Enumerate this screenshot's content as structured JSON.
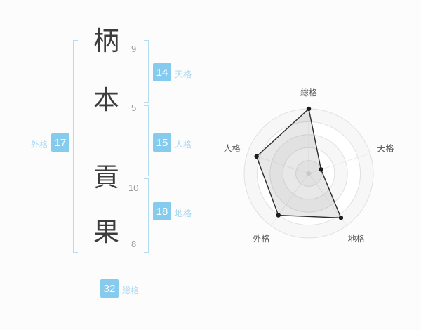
{
  "colors": {
    "badge_bg": "#85cbee",
    "label_blue": "#a6d7f1",
    "bracket_blue": "#b2dcf2",
    "background": "#fcfcfc"
  },
  "name": {
    "characters": [
      {
        "char": "柄",
        "strokes": "9"
      },
      {
        "char": "本",
        "strokes": "5"
      },
      {
        "char": "貢",
        "strokes": "10"
      },
      {
        "char": "果",
        "strokes": "8"
      }
    ]
  },
  "gokaku": {
    "tenkaku": {
      "value": "14",
      "label": "天格"
    },
    "jinkaku": {
      "value": "15",
      "label": "人格"
    },
    "chikaku": {
      "value": "18",
      "label": "地格"
    },
    "gaikaku": {
      "value": "17",
      "label": "外格"
    },
    "soukaku": {
      "value": "32",
      "label": "総格"
    }
  },
  "chart_data": {
    "type": "radar",
    "axes": [
      "総格",
      "天格",
      "地格",
      "外格",
      "人格"
    ],
    "values": [
      100,
      20,
      85,
      80,
      85
    ],
    "max": 100,
    "rings": 5,
    "grid": "circular",
    "legend": "none",
    "title": ""
  }
}
